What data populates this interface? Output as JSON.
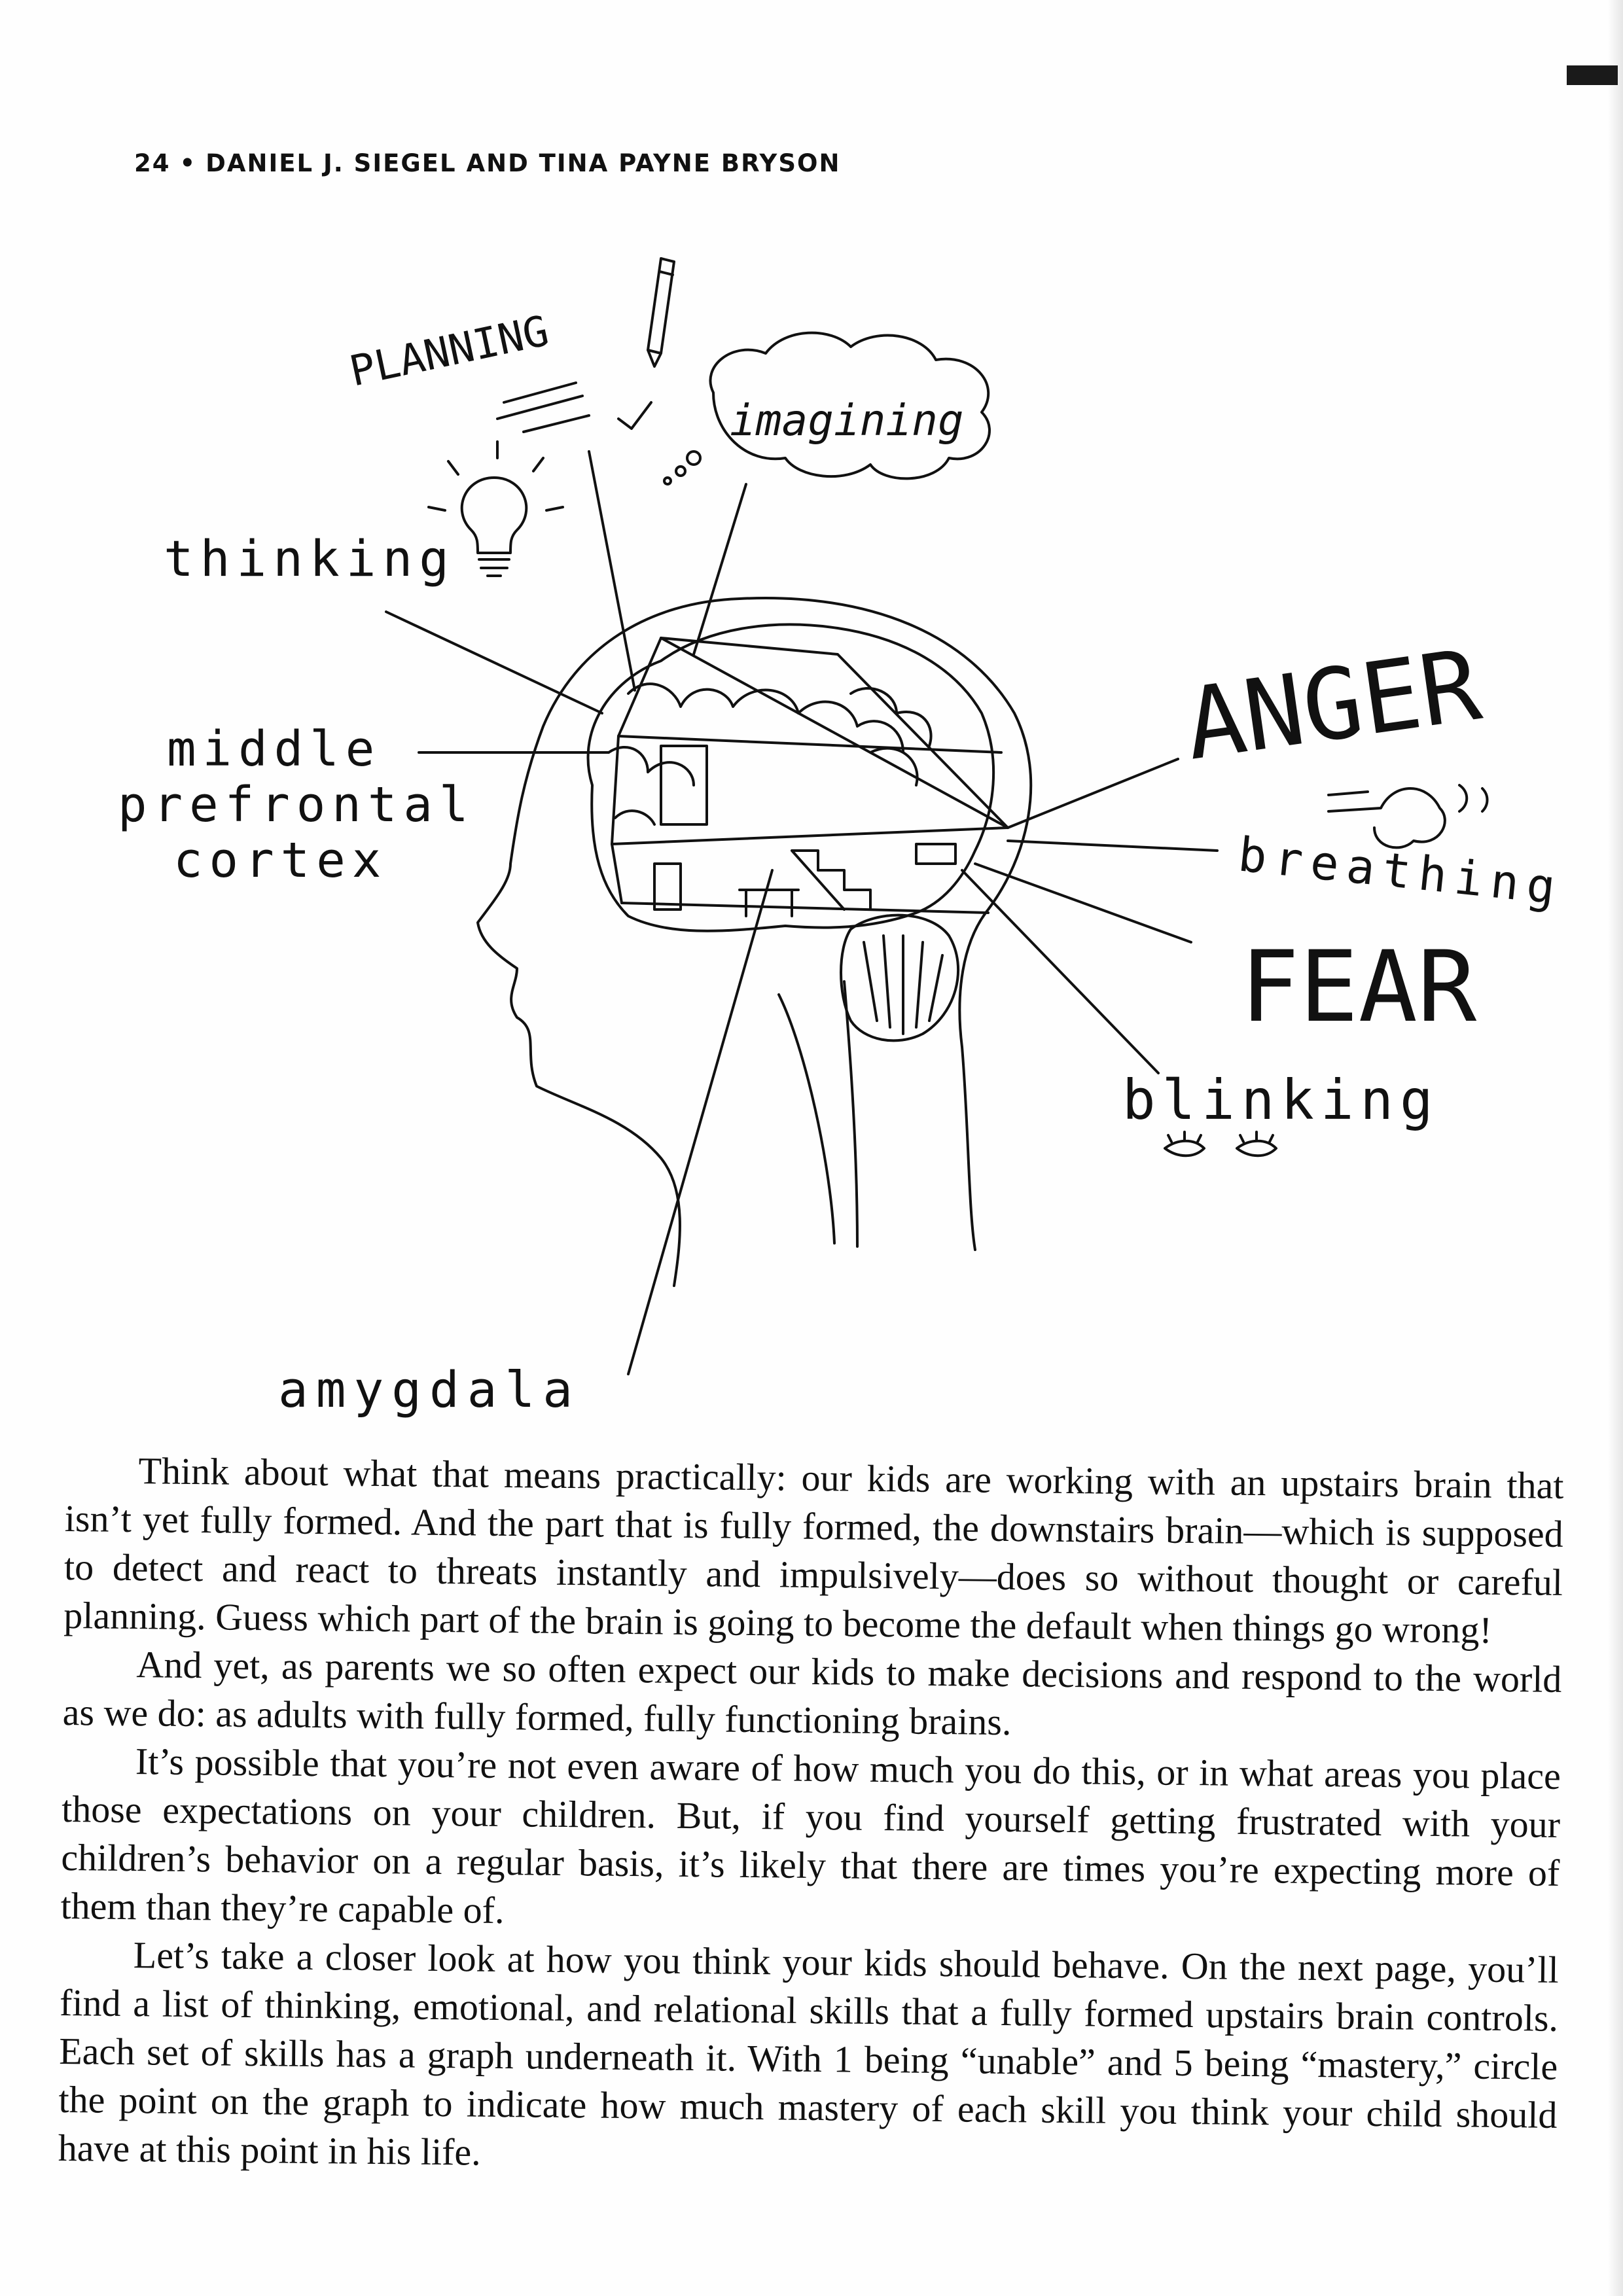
{
  "header": {
    "page_number": "24",
    "separator": "•",
    "authors": "DANIEL J. SIEGEL AND TINA PAYNE BRYSON"
  },
  "figure": {
    "labels": {
      "planning": "PLANNING",
      "imagining": "imagining",
      "thinking": "thinking",
      "middle": "middle",
      "prefrontal": "prefrontal",
      "cortex": "cortex",
      "anger": "ANGER",
      "breathing": "breathing",
      "fear": "FEAR",
      "blinking": "blinking",
      "amygdala": "amygdala"
    }
  },
  "body": {
    "p1": "Think about what that means practically: our kids are working with an upstairs brain that isn’t yet fully formed. And the part that is fully formed, the downstairs brain—which is supposed to detect and react to threats instantly and impulsively—does so without thought or careful planning. Guess which part of the brain is going to become the default when things go wrong!",
    "p2": "And yet, as parents we so often expect our kids to make decisions and respond to the world as we do: as adults with fully formed, fully functioning brains.",
    "p3": "It’s possible that you’re not even aware of how much you do this, or in what areas you place those expectations on your children. But, if you find yourself getting frustrated with your children’s behavior on a regular basis, it’s likely that there are times you’re expecting more of them than they’re capable of.",
    "p4": "Let’s take a closer look at how you think your kids should behave. On the next page, you’ll find a list of thinking, emotional, and relational skills that a fully formed upstairs brain controls. Each set of skills has a graph underneath it. With 1 being “unable” and 5 being “mastery,” circle the point on the graph to indicate how much mastery of each skill you think your child should have at this point in his life."
  }
}
